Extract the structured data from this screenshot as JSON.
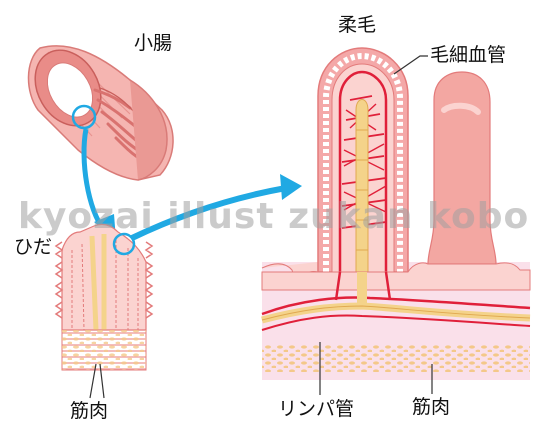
{
  "labels": {
    "small_intestine": "小腸",
    "villus": "柔毛",
    "capillary": "毛細血管",
    "fold": "ひだ",
    "lymph_vessel": "リンパ管",
    "muscle_left": "筋肉",
    "muscle_right": "筋肉"
  },
  "watermark": "kyozai illust zukan kobo",
  "colors": {
    "tissue": "#f4a8a8",
    "tissue_dark": "#e37b7b",
    "tissue_light": "#fbd3d0",
    "background_band": "#fae0ea",
    "blood_vessel": "#e0203a",
    "lymph": "#f4d38a",
    "arrow": "#20a9e3",
    "leader": "#333333"
  },
  "icons": [
    "magnifier-circle",
    "arrow"
  ]
}
